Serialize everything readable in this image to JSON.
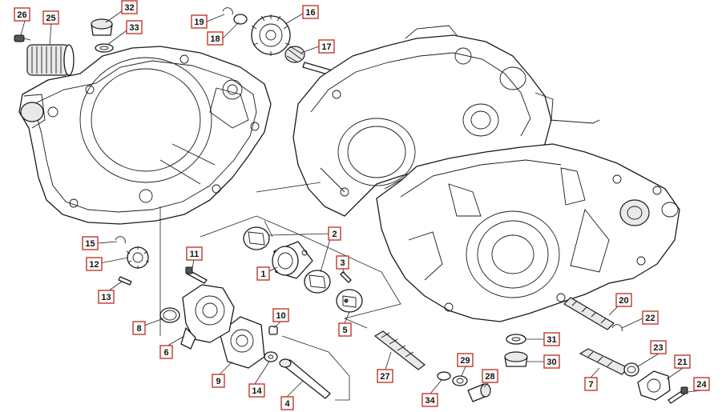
{
  "colors": {
    "callout_border": "#c0392b",
    "line": "#1a1a1a",
    "background": "#ffffff"
  },
  "callouts": [
    {
      "id": "c1",
      "label": "1"
    },
    {
      "id": "c2",
      "label": "2"
    },
    {
      "id": "c3",
      "label": "3"
    },
    {
      "id": "c4",
      "label": "4"
    },
    {
      "id": "c5",
      "label": "5"
    },
    {
      "id": "c6",
      "label": "6"
    },
    {
      "id": "c7",
      "label": "7"
    },
    {
      "id": "c8",
      "label": "8"
    },
    {
      "id": "c9",
      "label": "9"
    },
    {
      "id": "c10",
      "label": "10"
    },
    {
      "id": "c11",
      "label": "11"
    },
    {
      "id": "c12",
      "label": "12"
    },
    {
      "id": "c13",
      "label": "13"
    },
    {
      "id": "c14",
      "label": "14"
    },
    {
      "id": "c15",
      "label": "15"
    },
    {
      "id": "c16",
      "label": "16"
    },
    {
      "id": "c17",
      "label": "17"
    },
    {
      "id": "c18",
      "label": "18"
    },
    {
      "id": "c19",
      "label": "19"
    },
    {
      "id": "c20",
      "label": "20"
    },
    {
      "id": "c21",
      "label": "21"
    },
    {
      "id": "c22",
      "label": "22"
    },
    {
      "id": "c23",
      "label": "23"
    },
    {
      "id": "c24",
      "label": "24"
    },
    {
      "id": "c25",
      "label": "25"
    },
    {
      "id": "c26",
      "label": "26"
    },
    {
      "id": "c27",
      "label": "27"
    },
    {
      "id": "c28",
      "label": "28"
    },
    {
      "id": "c29",
      "label": "29"
    },
    {
      "id": "c30",
      "label": "30"
    },
    {
      "id": "c31",
      "label": "31"
    },
    {
      "id": "c32",
      "label": "32"
    },
    {
      "id": "c33",
      "label": "33"
    },
    {
      "id": "c34",
      "label": "34"
    }
  ]
}
